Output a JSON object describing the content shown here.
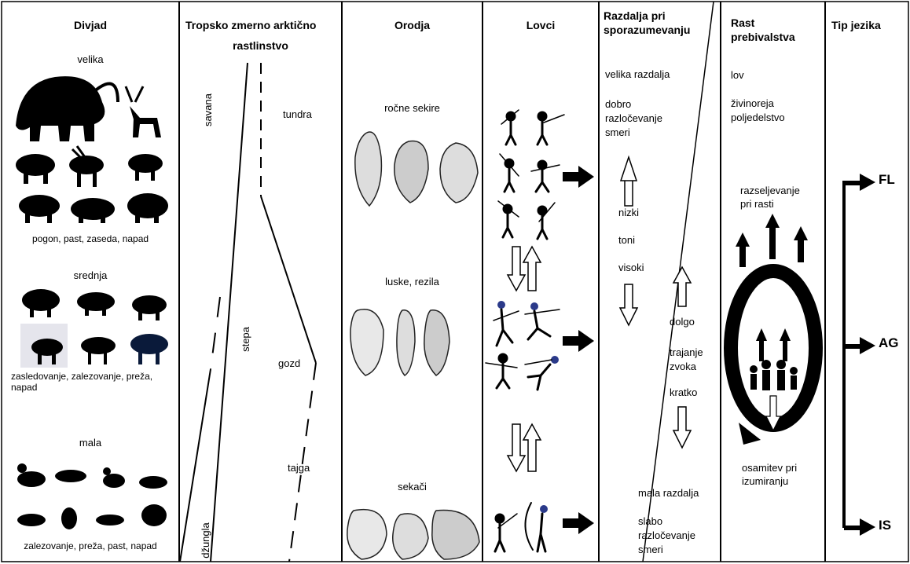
{
  "columns": {
    "wildlife": {
      "title": "Divjad",
      "large": {
        "label": "velika",
        "methods": "pogon, past, zaseda, napad"
      },
      "medium": {
        "label": "srednja",
        "methods_line1": "zasledovanje, zalezovanje, preža,",
        "methods_line2": "napad"
      },
      "small": {
        "label": "mala",
        "methods": "zalezovanje, preža, past, napad"
      }
    },
    "vegetation": {
      "title_line1": "Tropsko zmerno  arktično",
      "title_line2": "rastlinstvo",
      "labels": {
        "savana": "savana",
        "stepa": "stepa",
        "dzungla": "džungla",
        "tundra": "tundra",
        "gozd": "gozd",
        "tajga": "tajga"
      }
    },
    "tools": {
      "title": "Orodja",
      "hand_axes": "ročne sekire",
      "flakes": "luske, rezila",
      "choppers": "sekači"
    },
    "hunters": {
      "title": "Lovci"
    },
    "communication": {
      "title_line1": "Razdalja pri",
      "title_line2": "sporazumevanju",
      "far": "velika razdalja",
      "good_line1": "dobro",
      "good_line2": "razločevanje",
      "good_line3": "smeri",
      "low": "nizki",
      "tones": "toni",
      "high": "visoki",
      "long": "dolgo",
      "duration_line1": "trajanje",
      "duration_line2": "zvoka",
      "short": "kratko",
      "near": "mala razdalja",
      "poor_line1": "slabo",
      "poor_line2": "razločevanje",
      "poor_line3": "smeri"
    },
    "population": {
      "title_line1": "Rast",
      "title_line2": "prebivalstva",
      "hunting": "lov",
      "herding_line1": "živinoreja",
      "herding_line2": "poljedelstvo",
      "disperse_line1": "razseljevanje",
      "disperse_line2": "pri rasti",
      "isolate_line1": "osamitev pri",
      "isolate_line2": "izumiranju"
    },
    "language": {
      "title": "Tip jezika",
      "types": [
        "FL",
        "AG",
        "IS"
      ]
    }
  }
}
